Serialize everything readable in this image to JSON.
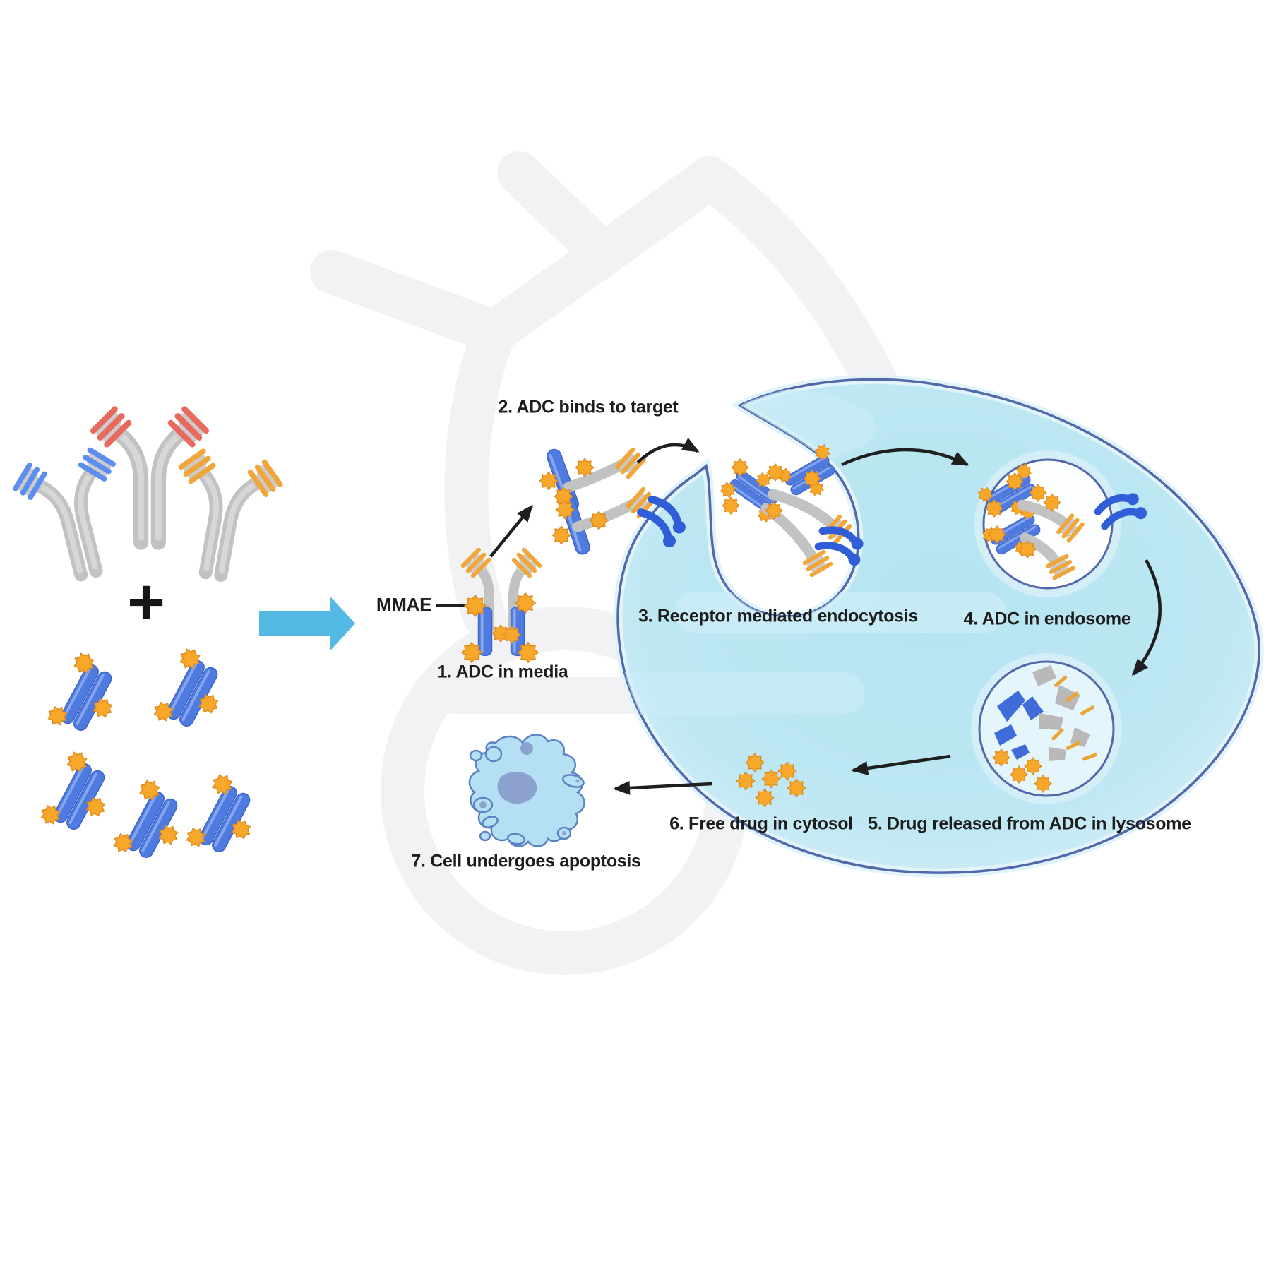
{
  "diagram": {
    "labels": {
      "mmae": "MMAE",
      "plus": "+",
      "step1": "1. ADC in media",
      "step2": "2. ADC binds to target",
      "step3": "3. Receptor mediated endocytosis",
      "step4": "4. ADC in endosome",
      "step5": "5. Drug released from ADC in lysosome",
      "step6": "6. Free drug in cytosol",
      "step7": "7. Cell undergoes apoptosis"
    },
    "colors": {
      "cell_fill": "#bce7f3",
      "cell_rim": "#ddf2fb",
      "membrane_outline": "#5168ab",
      "endosome_fill": "#ffffff",
      "lysosome_fill": "#e4f5fc",
      "antibody_gray": "#c2c2c2",
      "fab_red": "#e86a5e",
      "fab_blue": "#5c8df0",
      "fab_orange": "#f0a63a",
      "drug_bar_blue": "#4f7be0",
      "payload_star_orange": "#f7a82a",
      "receptor_blue": "#2f5ed8",
      "black_arrow": "#1f1f1f",
      "big_arrow_blue": "#55b9e5",
      "apoptotic_cell": "#b5e0f4",
      "watermark_gray": "#f2f2f4"
    }
  }
}
